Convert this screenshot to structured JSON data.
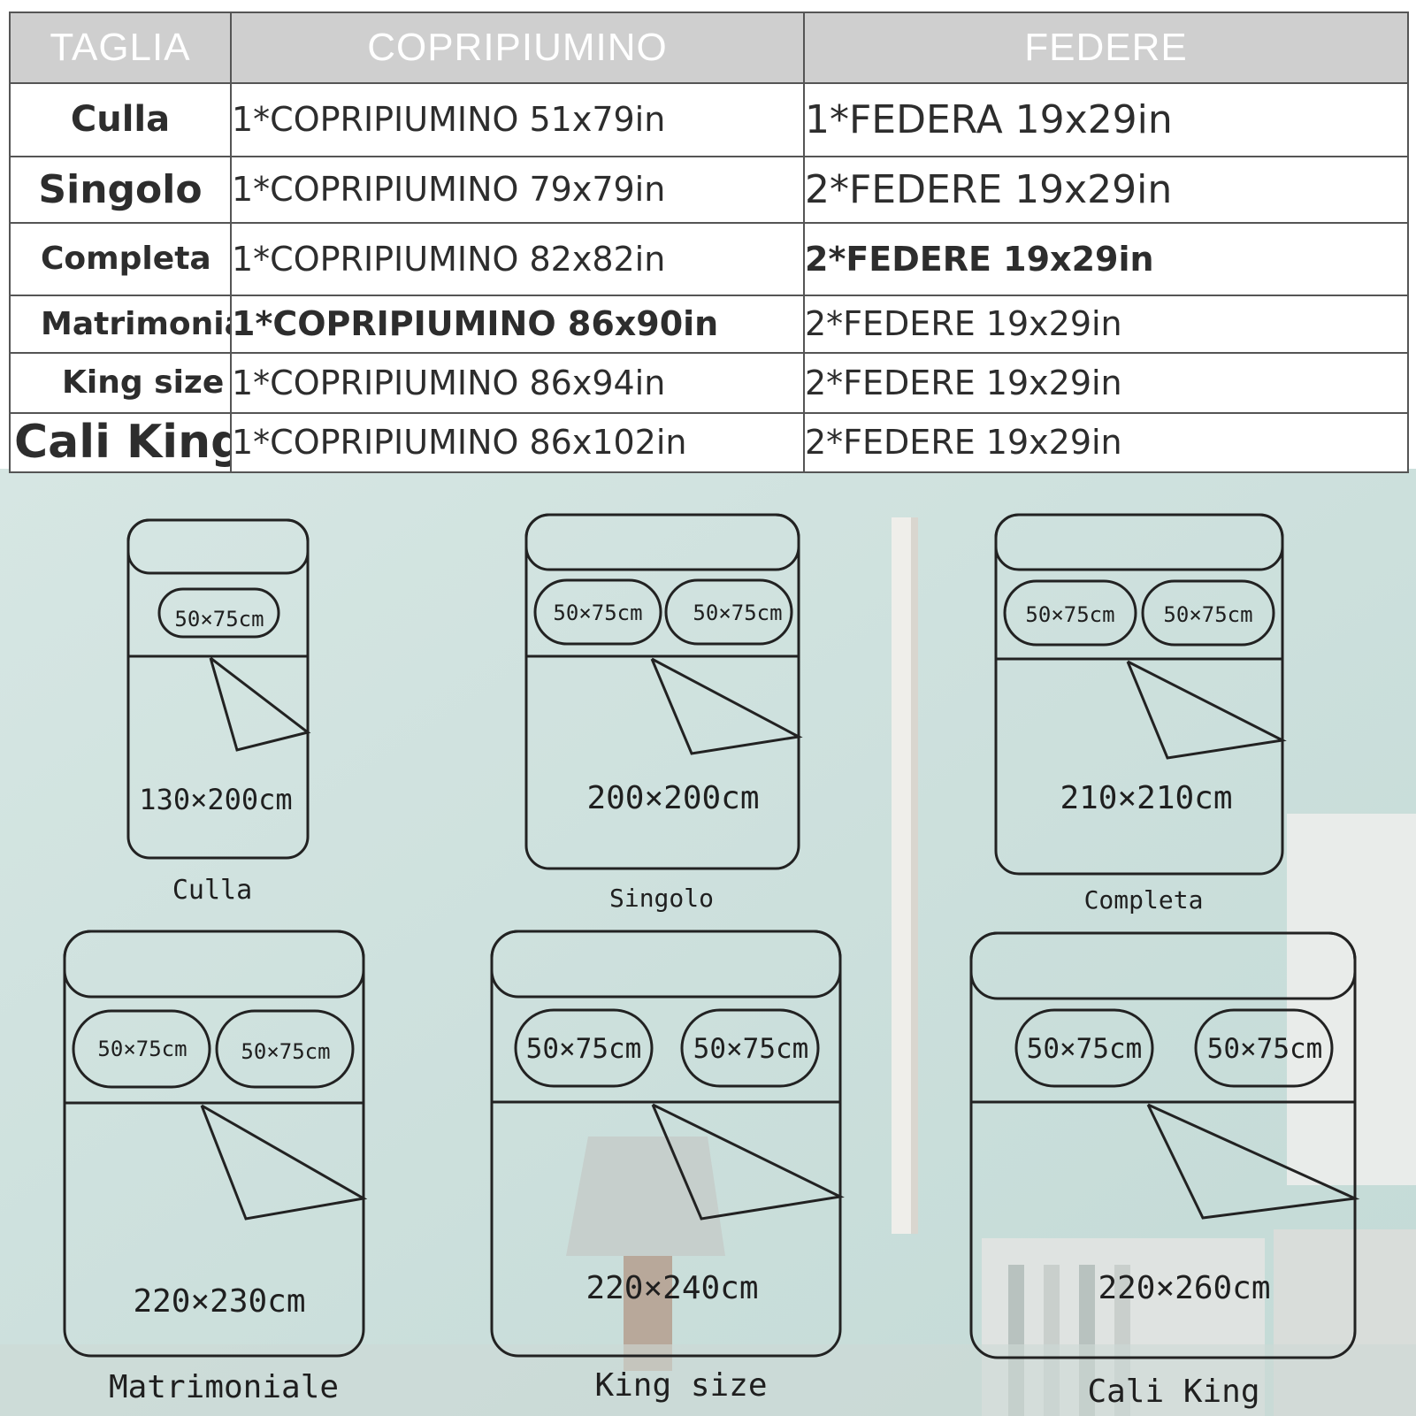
{
  "colors": {
    "background_wall": "#cfe3e0",
    "header_bg": "#cfcfcf",
    "line": "#222222"
  },
  "table": {
    "headers": {
      "size": "TAGLIA",
      "duvet": "COPRIPIUMINO",
      "pillow": "FEDERE"
    },
    "rows": [
      {
        "size": "Culla",
        "duvet": "1*COPRIPIUMINO 51x79in",
        "pillow": "1*FEDERA 19x29in"
      },
      {
        "size": "Singolo",
        "duvet": "1*COPRIPIUMINO 79x79in",
        "pillow": "2*FEDERE 19x29in"
      },
      {
        "size": "Completa",
        "duvet": "1*COPRIPIUMINO 82x82in",
        "pillow": "2*FEDERE 19x29in"
      },
      {
        "size": "Matrimoniale",
        "duvet": "1*COPRIPIUMINO 86x90in",
        "pillow": "2*FEDERE 19x29in"
      },
      {
        "size": "King size",
        "duvet": "1*COPRIPIUMINO 86x94in",
        "pillow": "2*FEDERE 19x29in"
      },
      {
        "size": "Cali King",
        "duvet": "1*COPRIPIUMINO 86x102in",
        "pillow": "2*FEDERE 19x29in"
      }
    ]
  },
  "diagrams": [
    {
      "caption": "Culla",
      "duvet_size": "130×200cm",
      "pillows": [
        "50×75cm"
      ]
    },
    {
      "caption": "Singolo",
      "duvet_size": "200×200cm",
      "pillows": [
        "50×75cm",
        "50×75cm"
      ]
    },
    {
      "caption": "Completa",
      "duvet_size": "210×210cm",
      "pillows": [
        "50×75cm",
        "50×75cm"
      ]
    },
    {
      "caption": "Matrimoniale",
      "duvet_size": "220×230cm",
      "pillows": [
        "50×75cm",
        "50×75cm"
      ]
    },
    {
      "caption": "King size",
      "duvet_size": "220×240cm",
      "pillows": [
        "50×75cm",
        "50×75cm"
      ]
    },
    {
      "caption": "Cali King",
      "duvet_size": "220×260cm",
      "pillows": [
        "50×75cm",
        "50×75cm"
      ]
    }
  ]
}
